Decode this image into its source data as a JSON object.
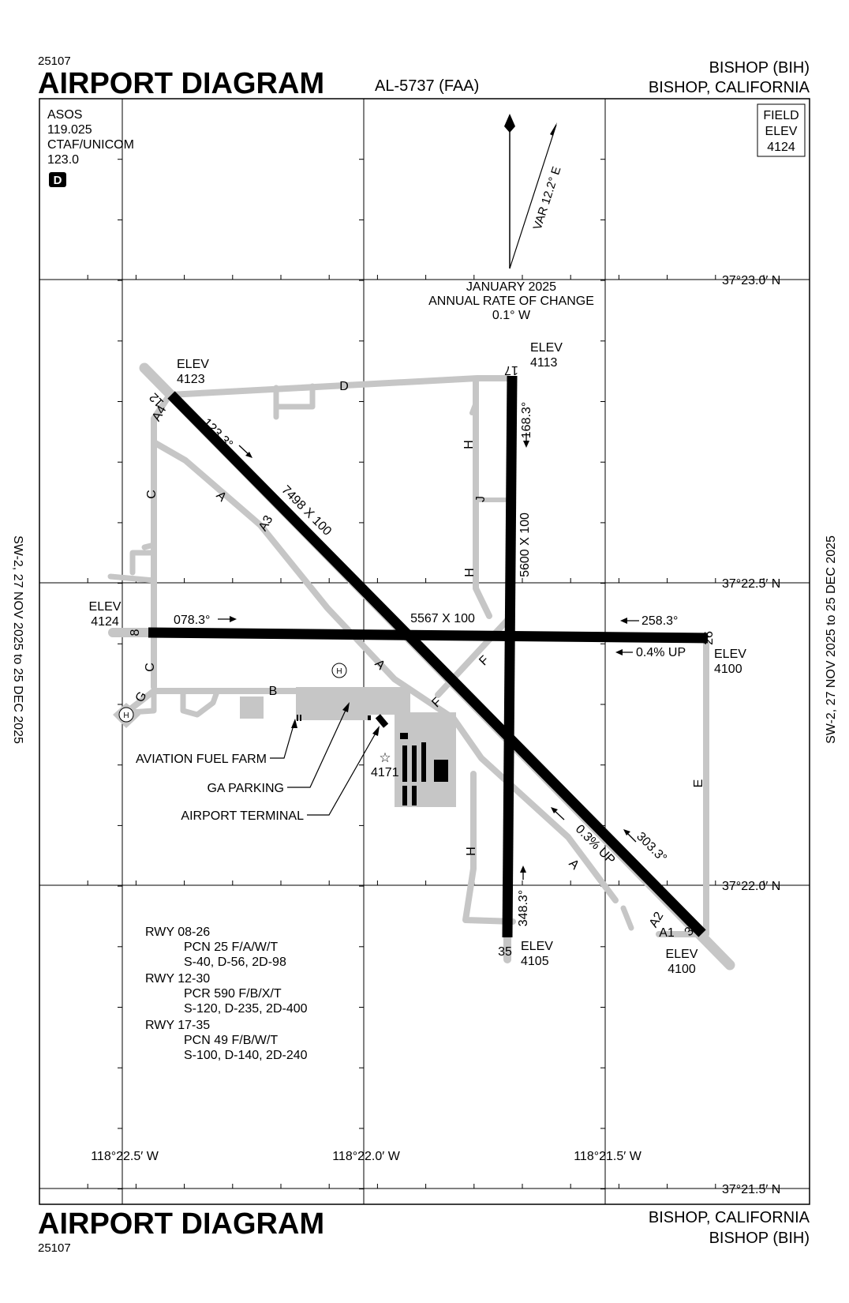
{
  "header": {
    "chart_number": "25107",
    "title": "AIRPORT DIAGRAM",
    "al_number": "AL-5737 (FAA)",
    "airport": "BISHOP (BIH)",
    "city_state": "BISHOP, CALIFORNIA"
  },
  "footer": {
    "title": "AIRPORT DIAGRAM",
    "chart_number": "25107",
    "city_state": "BISHOP, CALIFORNIA",
    "airport": "BISHOP (BIH)"
  },
  "side_margins": {
    "left": "SW-2,  27 NOV 2025  to  25 DEC 2025",
    "right": "SW-2,  27 NOV 2025  to  25 DEC 2025"
  },
  "comms": {
    "asos_label": "ASOS",
    "asos_freq": "119.025",
    "ctaf_label": "CTAF/UNICOM",
    "ctaf_freq": "123.0",
    "d_symbol": "D"
  },
  "field_elev": {
    "line1": "FIELD",
    "line2": "ELEV",
    "value": "4124"
  },
  "north_arrow": {
    "variation": "VAR 12.2° E"
  },
  "rate_of_change": {
    "line1": "JANUARY 2025",
    "line2": "ANNUAL RATE OF CHANGE",
    "line3": "0.1° W"
  },
  "coordinates": {
    "lat": [
      "37°23.0′ N",
      "37°22.5′ N",
      "37°22.0′ N",
      "37°21.5′ N"
    ],
    "lon": [
      "118°22.5′ W",
      "118°22.0′ W",
      "118°21.5′ W"
    ]
  },
  "runways": [
    {
      "ends": [
        "8",
        "26"
      ],
      "dimensions": "5567 X 100",
      "headings": [
        "078.3°",
        "258.3°"
      ],
      "slope": "0.4% UP",
      "elevations": [
        {
          "label": "ELEV",
          "value": "4124"
        },
        {
          "label": "ELEV",
          "value": "4100"
        }
      ]
    },
    {
      "ends": [
        "12",
        "30"
      ],
      "dimensions": "7498 X 100",
      "headings": [
        "123.3°",
        "303.3°"
      ],
      "slope": "0.3% UP",
      "elevations": [
        {
          "label": "ELEV",
          "value": "4123"
        },
        {
          "label": "ELEV",
          "value": "4100"
        }
      ]
    },
    {
      "ends": [
        "17",
        "35"
      ],
      "dimensions": "5600 X 100",
      "headings": [
        "168.3°",
        "348.3°"
      ],
      "slope": "",
      "elevations": [
        {
          "label": "ELEV",
          "value": "4113"
        },
        {
          "label": "ELEV",
          "value": "4105"
        }
      ]
    }
  ],
  "taxiways": {
    "A": "A",
    "A1": "A1",
    "A2": "A2",
    "A3": "A3",
    "A4": "A4",
    "B": "B",
    "C": "C",
    "D": "D",
    "E": "E",
    "F": "F",
    "G": "G",
    "H": "H",
    "J": "J"
  },
  "heliport_symbol": "H",
  "beacon_elev": "4171",
  "callouts": {
    "fuel_farm": "AVIATION FUEL FARM",
    "ga_parking": "GA PARKING",
    "terminal": "AIRPORT TERMINAL"
  },
  "pavement_info": [
    {
      "runway": "RWY 08-26",
      "strength": "PCN 25 F/A/W/T",
      "weights": "S-40, D-56, 2D-98"
    },
    {
      "runway": "RWY 12-30",
      "strength": "PCR 590 F/B/X/T",
      "weights": "S-120, D-235, 2D-400"
    },
    {
      "runway": "RWY 17-35",
      "strength": "PCN 49 F/B/W/T",
      "weights": "S-100, D-140, 2D-240"
    }
  ]
}
